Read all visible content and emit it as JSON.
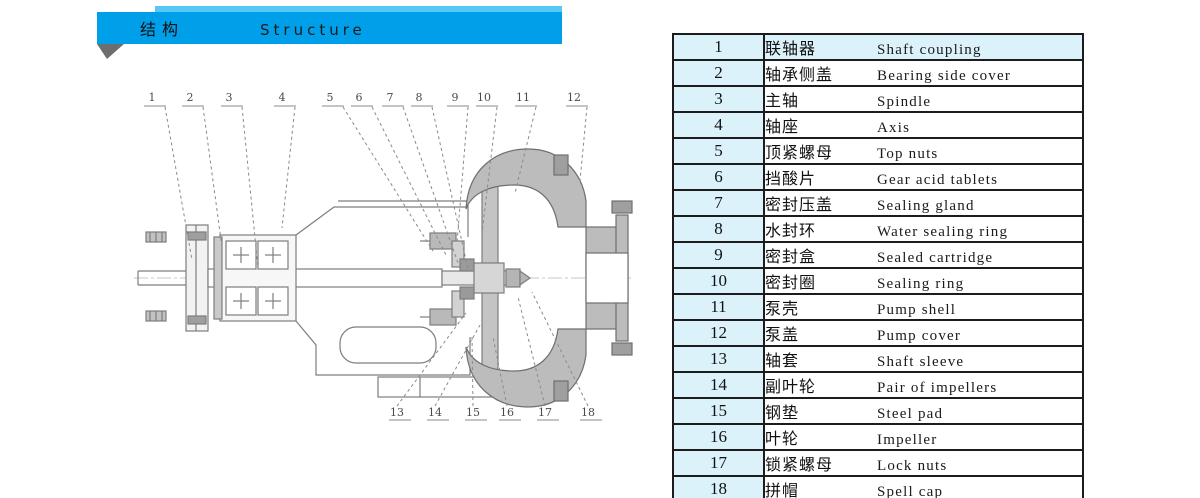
{
  "header": {
    "title_zh": "结构",
    "title_en": "Structure",
    "band_color": "#009FE9",
    "band_highlight_color": "#57C8F4",
    "fold_color": "#6E6E6E",
    "text_color": "#FFFFFF"
  },
  "diagram": {
    "description": "Centrifugal pump cross-section drawing with dashed leader callouts",
    "top_callouts": [
      "1",
      "2",
      "3",
      "4",
      "5",
      "6",
      "7",
      "8",
      "9",
      "10",
      "11",
      "12"
    ],
    "bottom_callouts": [
      "13",
      "14",
      "15",
      "16",
      "17",
      "18"
    ],
    "line_color": "#7d7d7d",
    "cut_fill_color": "#bcbcbc"
  },
  "table": {
    "border_color": "#1c1c1c",
    "number_column_bg": "#DBF2FA",
    "first_row_bg": "#DBF2FA",
    "rows": [
      {
        "no": "1",
        "zh": "联轴器",
        "en": "Shaft coupling"
      },
      {
        "no": "2",
        "zh": "轴承侧盖",
        "en": "Bearing side cover"
      },
      {
        "no": "3",
        "zh": "主轴",
        "en": "Spindle"
      },
      {
        "no": "4",
        "zh": "轴座",
        "en": "Axis"
      },
      {
        "no": "5",
        "zh": "顶紧螺母",
        "en": "Top nuts"
      },
      {
        "no": "6",
        "zh": "挡酸片",
        "en": "Gear acid tablets"
      },
      {
        "no": "7",
        "zh": "密封压盖",
        "en": "Sealing gland"
      },
      {
        "no": "8",
        "zh": "水封环",
        "en": "Water sealing ring"
      },
      {
        "no": "9",
        "zh": "密封盒",
        "en": "Sealed cartridge"
      },
      {
        "no": "10",
        "zh": "密封圈",
        "en": "Sealing ring"
      },
      {
        "no": "11",
        "zh": "泵壳",
        "en": "Pump shell"
      },
      {
        "no": "12",
        "zh": "泵盖",
        "en": "Pump cover"
      },
      {
        "no": "13",
        "zh": "轴套",
        "en": "Shaft sleeve"
      },
      {
        "no": "14",
        "zh": "副叶轮",
        "en": "Pair of impellers"
      },
      {
        "no": "15",
        "zh": "钢垫",
        "en": "Steel pad"
      },
      {
        "no": "16",
        "zh": "叶轮",
        "en": "Impeller"
      },
      {
        "no": "17",
        "zh": "锁紧螺母",
        "en": "Lock nuts"
      },
      {
        "no": "18",
        "zh": "拼帽",
        "en": "Spell cap"
      }
    ]
  }
}
